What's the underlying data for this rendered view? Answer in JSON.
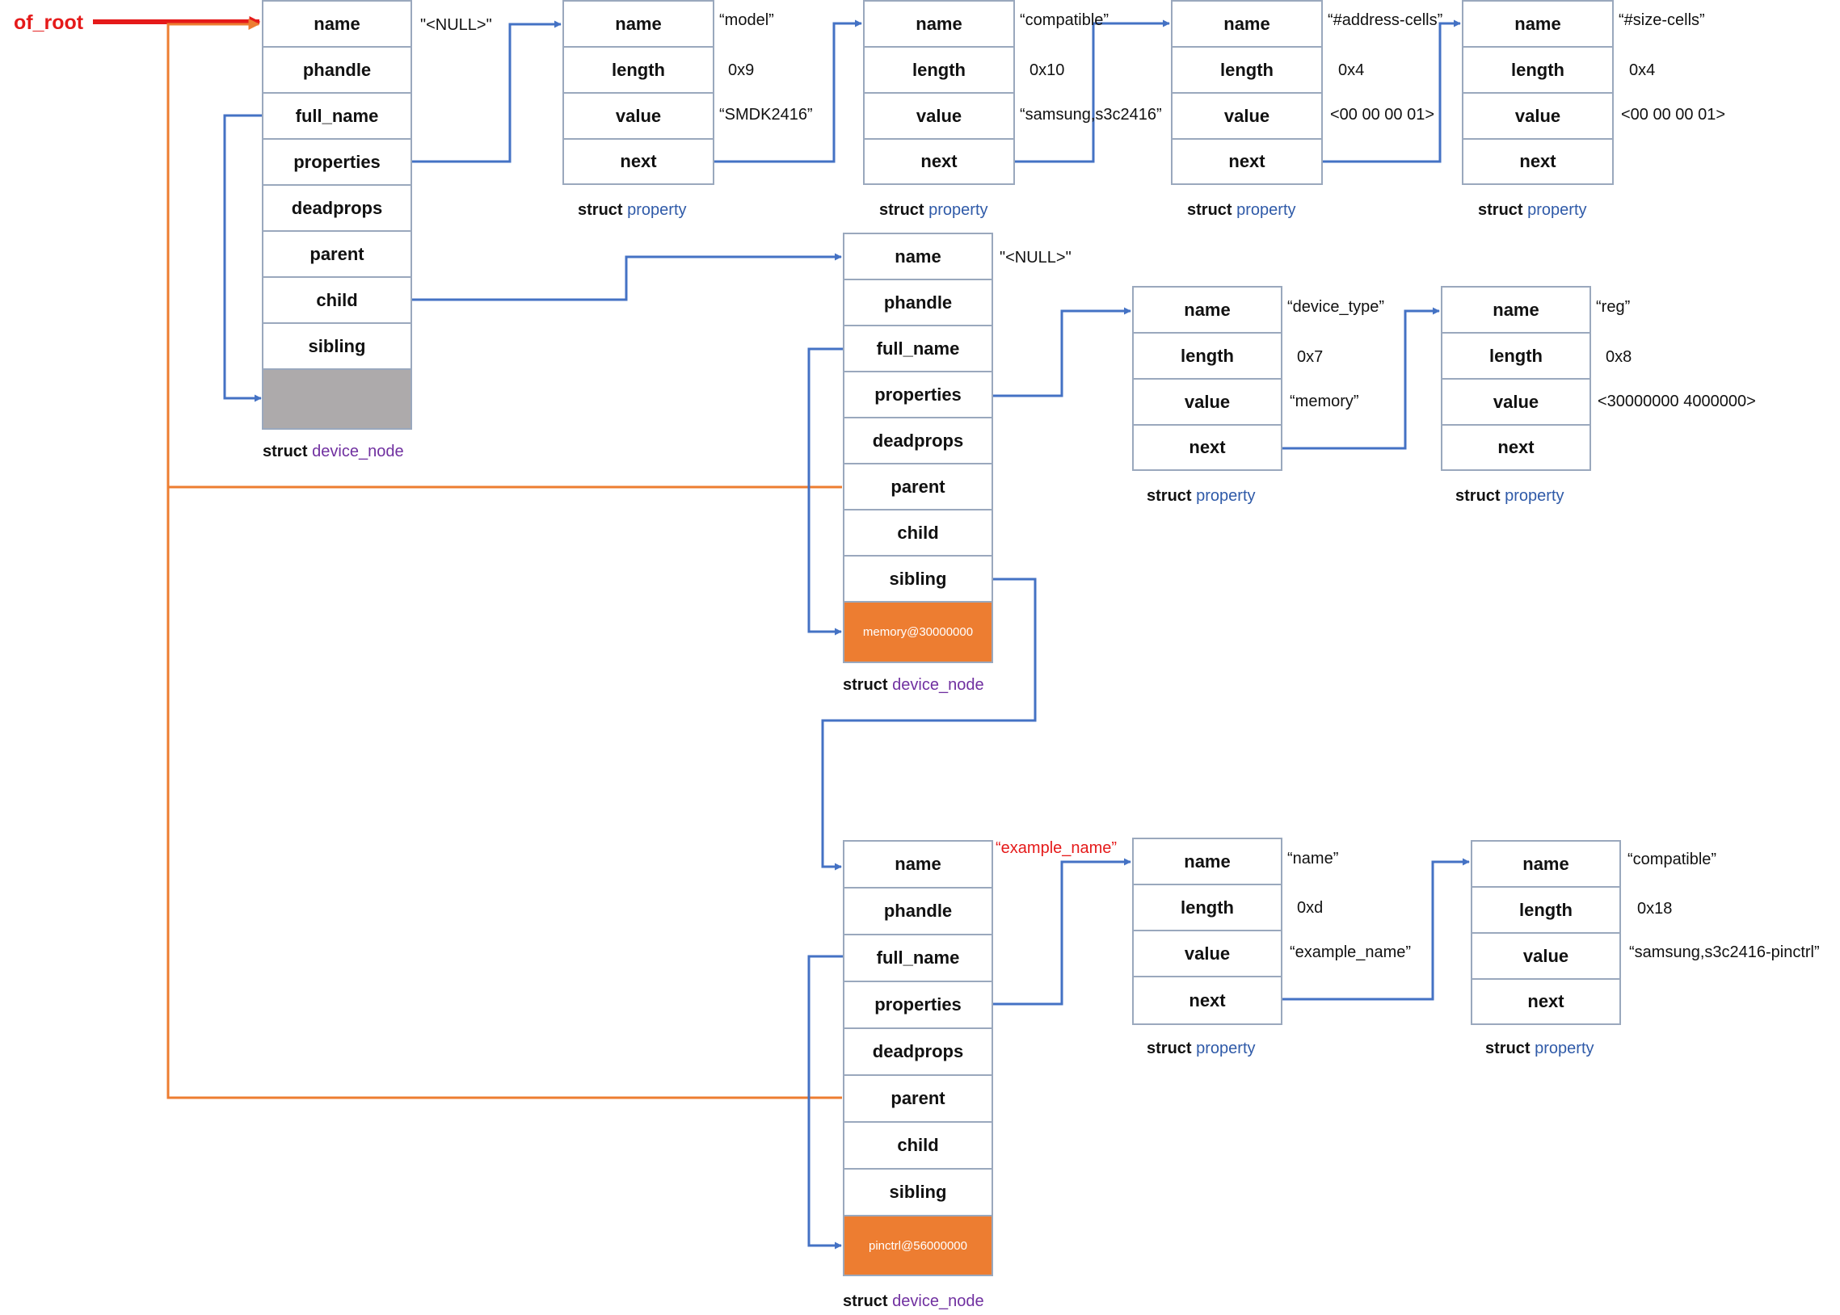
{
  "root": {
    "label": "of_root"
  },
  "colors": {
    "blue_link": "#4472c4",
    "orange_link": "#ed7d31",
    "red_label": "#e51a1a",
    "node_type": "#7030a0",
    "prop_type": "#2f5aa8"
  },
  "node_fields": [
    "name",
    "phandle",
    "full_name",
    "properties",
    "deadprops",
    "parent",
    "child",
    "sibling"
  ],
  "prop_fields": [
    "name",
    "length",
    "value",
    "next"
  ],
  "caption_struct": "struct",
  "caption_node_type": "device_node",
  "caption_prop_type": "property",
  "nodes": [
    {
      "name_value": "\"<NULL>\"",
      "full_name": ""
    },
    {
      "name_value": "\"<NULL>\"",
      "full_name": "memory@30000000"
    },
    {
      "name_value": "“example_name”",
      "full_name": "pinctrl@56000000"
    }
  ],
  "props": [
    {
      "name": "“model”",
      "length": "0x9",
      "value": "“SMDK2416”"
    },
    {
      "name": "“compatible”",
      "length": "0x10",
      "value": "“samsung,s3c2416”"
    },
    {
      "name": "“#address-cells”",
      "length": "0x4",
      "value": "<00 00 00 01>"
    },
    {
      "name": "“#size-cells”",
      "length": "0x4",
      "value": "<00 00 00 01>"
    },
    {
      "name": "“device_type”",
      "length": "0x7",
      "value": "“memory”"
    },
    {
      "name": "“reg”",
      "length": "0x8",
      "value": "<30000000 4000000>"
    },
    {
      "name": "“name”",
      "length": "0xd",
      "value": "“example_name”"
    },
    {
      "name": "“compatible”",
      "length": "0x18",
      "value": "“samsung,s3c2416-pinctrl”"
    }
  ]
}
